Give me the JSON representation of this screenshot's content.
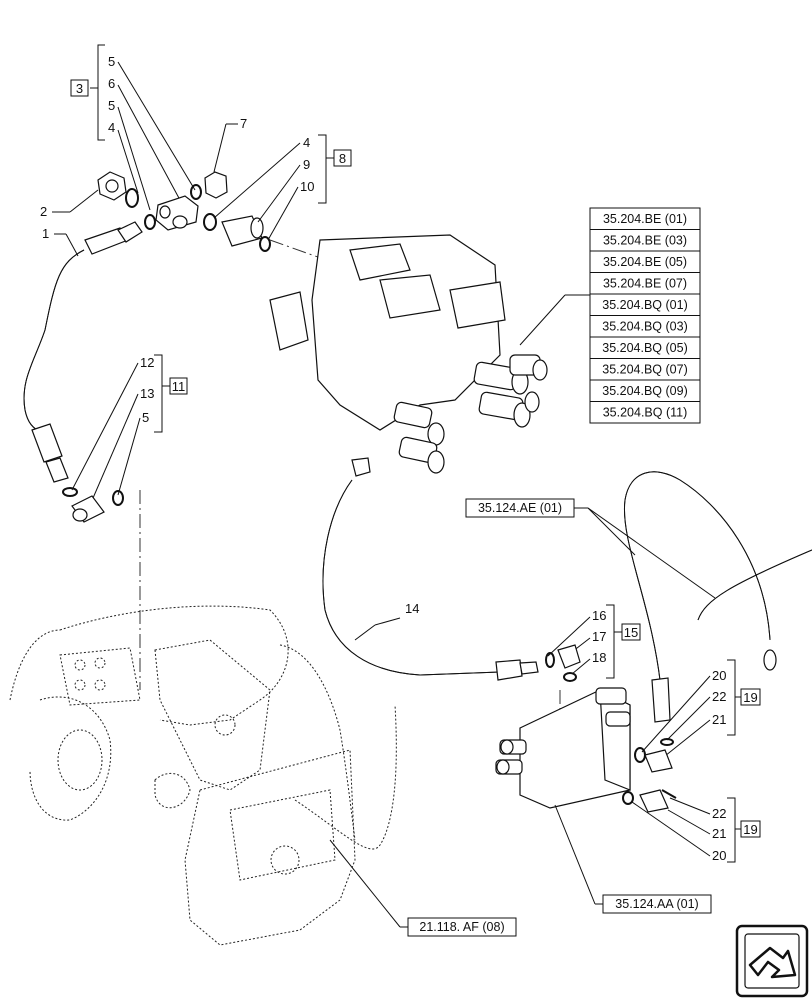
{
  "callouts": {
    "n1": "1",
    "n2": "2",
    "n3": "3",
    "n4a": "4",
    "n5a": "5",
    "n6": "5",
    "n6b": "6",
    "n7": "7",
    "n8": "8",
    "n4b": "4",
    "n9": "9",
    "n10": "10",
    "n11": "11",
    "n12": "12",
    "n13": "13",
    "n5c": "5",
    "n14": "14",
    "n15": "15",
    "n16": "16",
    "n17": "17",
    "n18": "18",
    "n19a": "19",
    "n20a": "20",
    "n22a": "22",
    "n21a": "21",
    "n19b": "19",
    "n22b": "22",
    "n21b": "21",
    "n20b": "20"
  },
  "references": {
    "valve_refs": [
      "35.204.BE (01)",
      "35.204.BE (03)",
      "35.204.BE (05)",
      "35.204.BE (07)",
      "35.204.BQ (01)",
      "35.204.BQ (03)",
      "35.204.BQ (05)",
      "35.204.BQ (07)",
      "35.204.BQ (09)",
      "35.204.BQ (11)"
    ],
    "hose_ref": "35.124.AE (01)",
    "block_ref": "35.124.AA (01)",
    "frame_ref": "21.118. AF (08)"
  },
  "icons": {
    "nav": "next-page-arrow-icon"
  }
}
